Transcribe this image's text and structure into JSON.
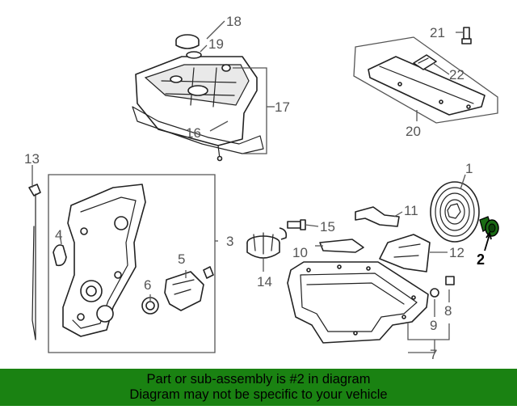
{
  "diagram": {
    "callouts": [
      {
        "id": "1",
        "label": "1"
      },
      {
        "id": "2",
        "label": "2"
      },
      {
        "id": "3",
        "label": "3"
      },
      {
        "id": "4",
        "label": "4"
      },
      {
        "id": "5",
        "label": "5"
      },
      {
        "id": "6",
        "label": "6"
      },
      {
        "id": "7",
        "label": "7"
      },
      {
        "id": "8",
        "label": "8"
      },
      {
        "id": "9",
        "label": "9"
      },
      {
        "id": "10",
        "label": "10"
      },
      {
        "id": "11",
        "label": "11"
      },
      {
        "id": "12",
        "label": "12"
      },
      {
        "id": "13",
        "label": "13"
      },
      {
        "id": "14",
        "label": "14"
      },
      {
        "id": "15",
        "label": "15"
      },
      {
        "id": "16",
        "label": "16"
      },
      {
        "id": "17",
        "label": "17"
      },
      {
        "id": "18",
        "label": "18"
      },
      {
        "id": "19",
        "label": "19"
      },
      {
        "id": "20",
        "label": "20"
      },
      {
        "id": "21",
        "label": "21"
      },
      {
        "id": "22",
        "label": "22"
      }
    ],
    "highlighted_part": "2",
    "highlight_color": "#1a6b14"
  },
  "banner": {
    "line1": "Part or sub-assembly is #2 in diagram",
    "line2": "Diagram may not be specific to your vehicle",
    "background": "#1a8212"
  }
}
